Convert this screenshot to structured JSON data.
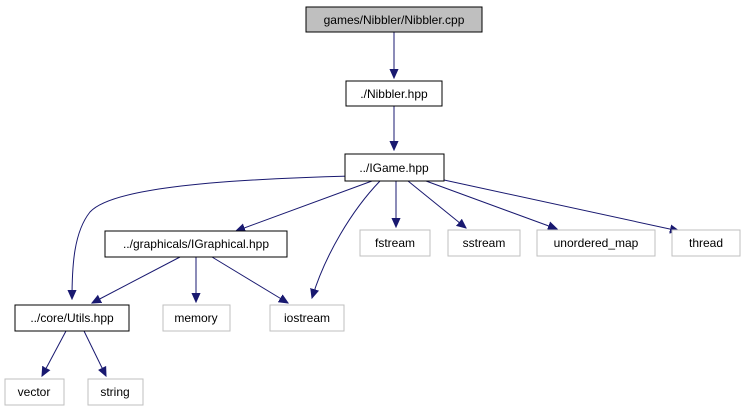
{
  "graph": {
    "nodes": {
      "root": "games/Nibbler/Nibbler.cpp",
      "nibbler_hpp": "./Nibbler.hpp",
      "igame_hpp": "../IGame.hpp",
      "igraphical_hpp": "../graphicals/IGraphical.hpp",
      "fstream": "fstream",
      "sstream": "sstream",
      "unordered_map": "unordered_map",
      "thread": "thread",
      "utils_hpp": "../core/Utils.hpp",
      "memory": "memory",
      "iostream": "iostream",
      "vector": "vector",
      "string": "string"
    },
    "node_kinds": {
      "root": "highlighted",
      "nibbler_hpp": "documented",
      "igame_hpp": "documented",
      "igraphical_hpp": "documented",
      "utils_hpp": "documented",
      "fstream": "external",
      "sstream": "external",
      "unordered_map": "external",
      "thread": "external",
      "memory": "external",
      "iostream": "external",
      "vector": "external",
      "string": "external"
    },
    "edges": [
      [
        "root",
        "nibbler_hpp"
      ],
      [
        "nibbler_hpp",
        "igame_hpp"
      ],
      [
        "igame_hpp",
        "igraphical_hpp"
      ],
      [
        "igame_hpp",
        "utils_hpp"
      ],
      [
        "igame_hpp",
        "iostream"
      ],
      [
        "igame_hpp",
        "fstream"
      ],
      [
        "igame_hpp",
        "sstream"
      ],
      [
        "igame_hpp",
        "unordered_map"
      ],
      [
        "igame_hpp",
        "thread"
      ],
      [
        "igraphical_hpp",
        "utils_hpp"
      ],
      [
        "igraphical_hpp",
        "memory"
      ],
      [
        "igraphical_hpp",
        "iostream"
      ],
      [
        "utils_hpp",
        "vector"
      ],
      [
        "utils_hpp",
        "string"
      ]
    ]
  },
  "colors": {
    "edge": "#191970",
    "highlighted_fill": "#bfbfbf",
    "highlighted_border": "#000000",
    "documented_fill": "#ffffff",
    "documented_border": "#000000",
    "external_fill": "#ffffff",
    "external_border": "#bfbfbf"
  }
}
